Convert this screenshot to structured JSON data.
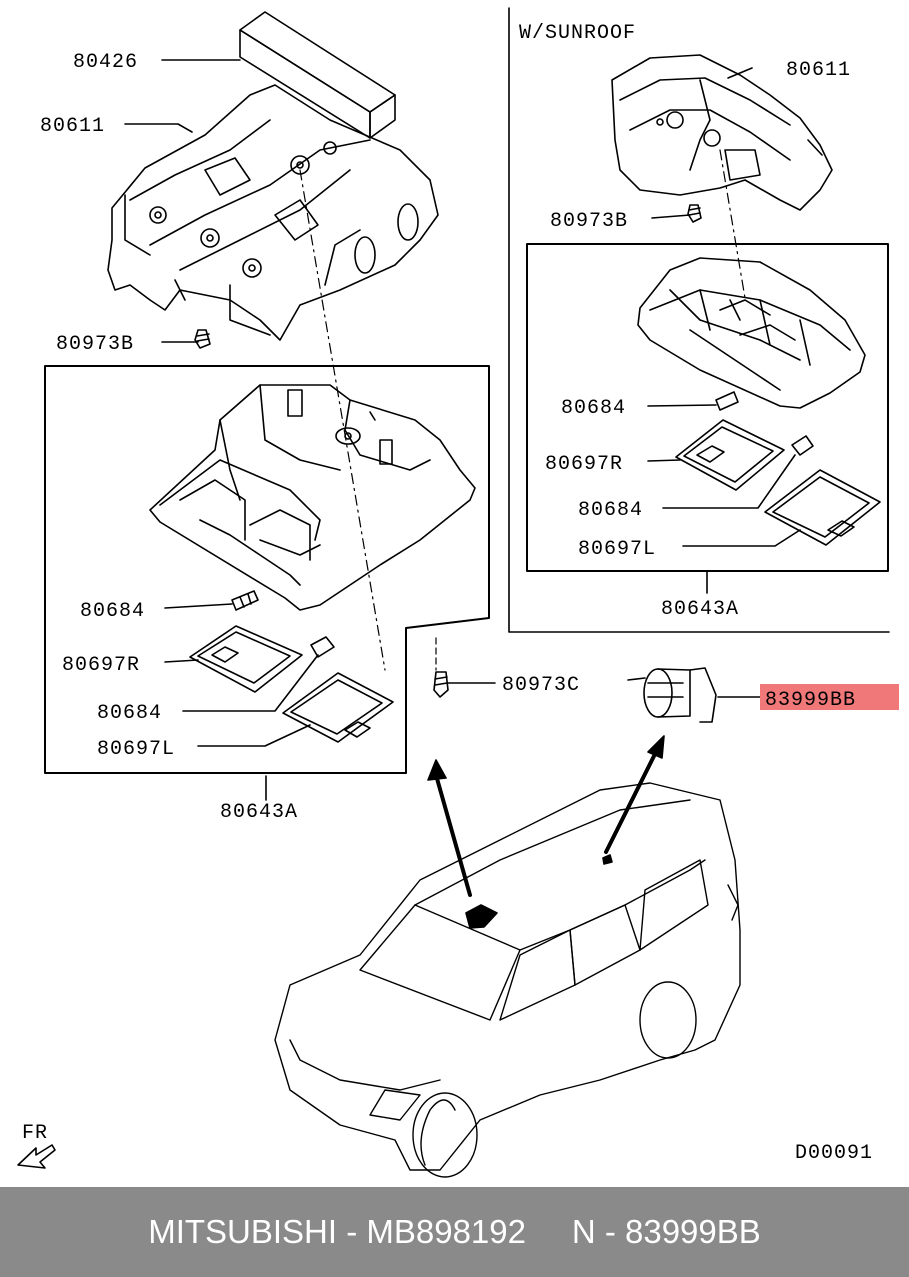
{
  "diagram": {
    "section_label": "W/SUNROOF",
    "labels": {
      "l_80426": "80426",
      "l_80611_left": "80611",
      "l_80973b_left": "80973B",
      "l_80684_l1": "80684",
      "l_80697r_left": "80697R",
      "l_80684_l2": "80684",
      "l_80697l_left": "80697L",
      "l_80643a_left": "80643A",
      "l_80611_right": "80611",
      "l_80973b_right": "80973B",
      "l_80684_r1": "80684",
      "l_80697r_right": "80697R",
      "l_80684_r2": "80684",
      "l_80697l_right": "80697L",
      "l_80643a_right": "80643A",
      "l_80973c": "80973C",
      "l_83999bb": "83999BB"
    },
    "highlight_color": "#f07878",
    "orientation": "FR",
    "drawing_code": "D00091"
  },
  "footer": {
    "text": "MITSUBISHI - MB898192     N - 83999BB",
    "background": "#8a8a8a"
  }
}
